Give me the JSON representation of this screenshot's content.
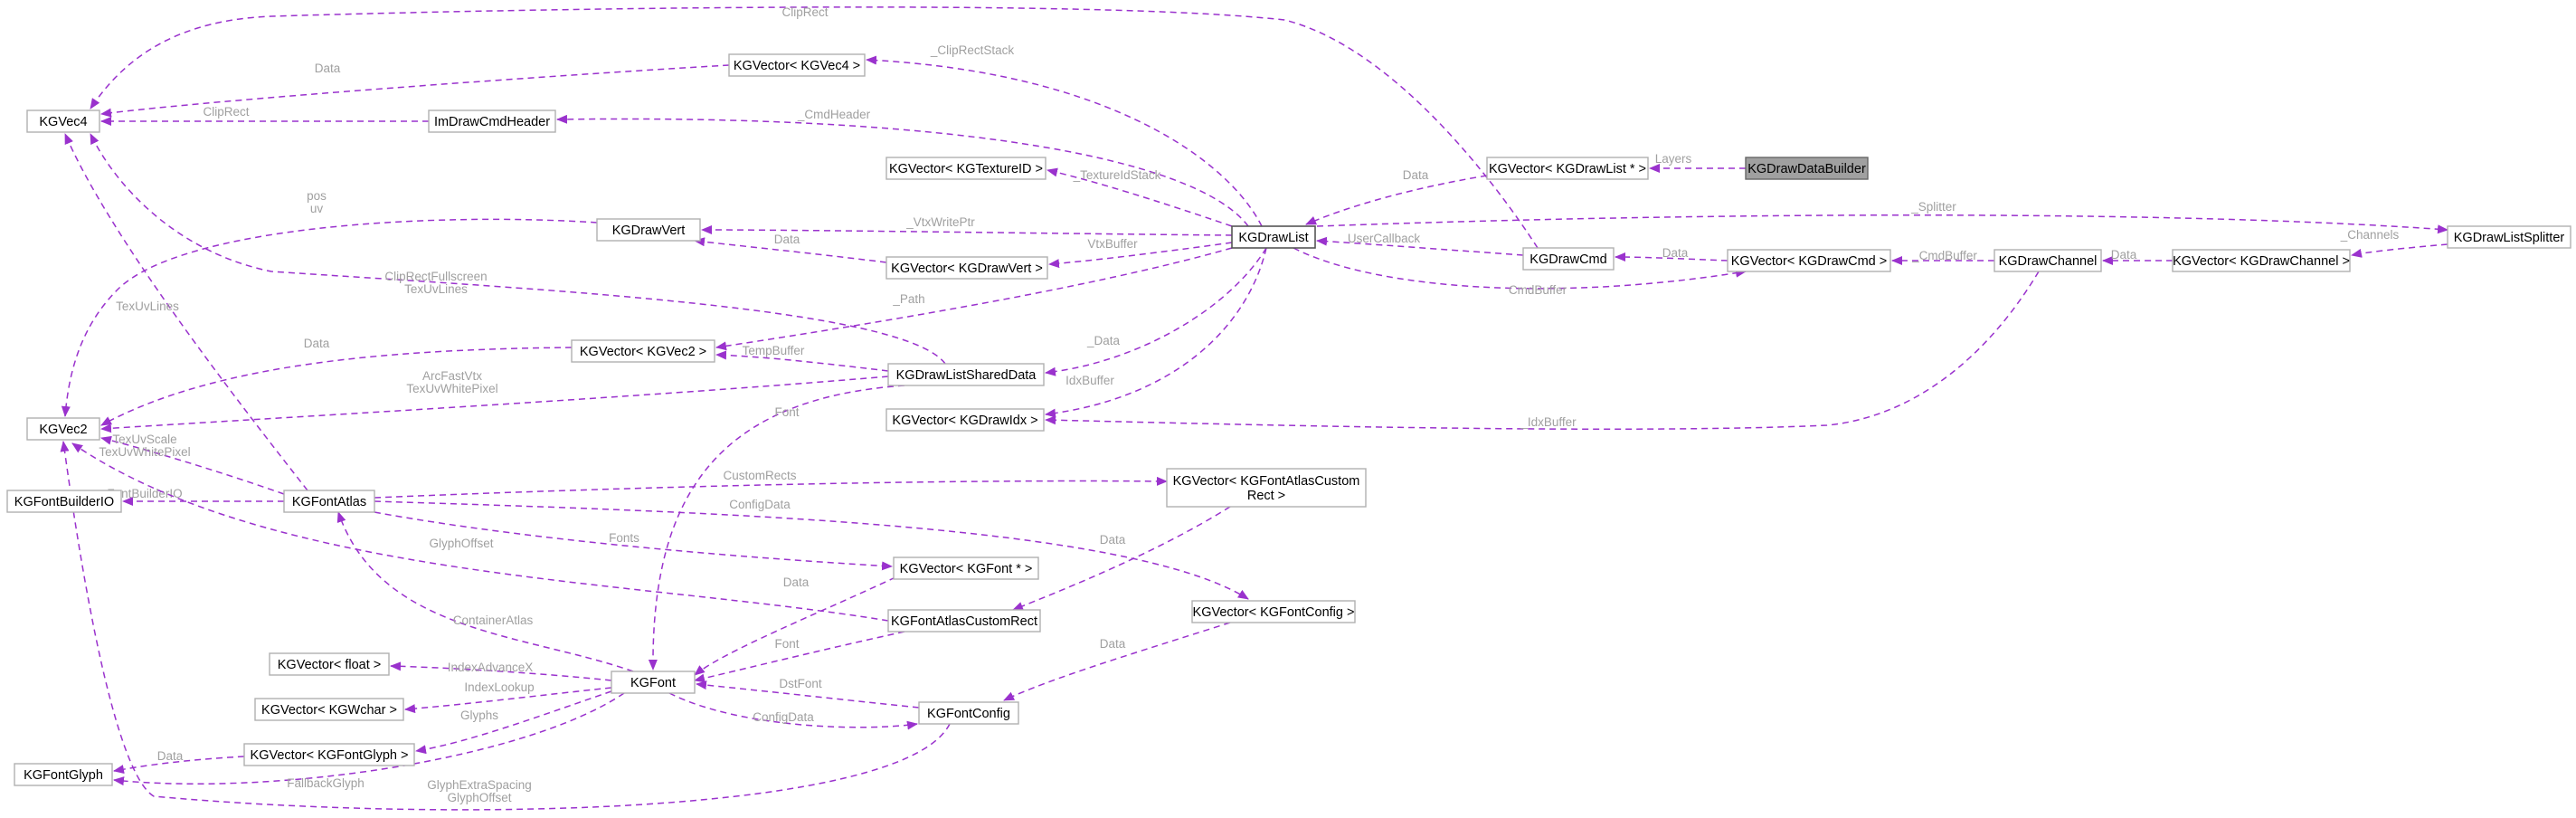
{
  "colors": {
    "edge": "#9a32cd",
    "node_border": "#b0b0b0",
    "highlight_fill": "#a0a0a0",
    "label": "#a0a0a0"
  },
  "nodes": {
    "kgdrawdatabuilder": {
      "lines": [
        "KGDrawDataBuilder"
      ]
    },
    "kgvector_drawlist_ptr": {
      "lines": [
        "KGVector< KGDrawList * >"
      ]
    },
    "kgdrawlist": {
      "lines": [
        "KGDrawList"
      ]
    },
    "kgvec4": {
      "lines": [
        "KGVec4"
      ]
    },
    "kgvector_kgvec4": {
      "lines": [
        "KGVector< KGVec4 >"
      ]
    },
    "imdrawcmdheader": {
      "lines": [
        "ImDrawCmdHeader"
      ]
    },
    "kgvector_textureid": {
      "lines": [
        "KGVector< KGTextureID >"
      ]
    },
    "kgdrawvert": {
      "lines": [
        "KGDrawVert"
      ]
    },
    "kgvector_drawvert": {
      "lines": [
        "KGVector< KGDrawVert >"
      ]
    },
    "kgdrawcmd": {
      "lines": [
        "KGDrawCmd"
      ]
    },
    "kgvector_drawcmd": {
      "lines": [
        "KGVector< KGDrawCmd >"
      ]
    },
    "kgdrawchannel": {
      "lines": [
        "KGDrawChannel"
      ]
    },
    "kgvector_drawchannel": {
      "lines": [
        "KGVector< KGDrawChannel >"
      ]
    },
    "kgdrawlistsplitter": {
      "lines": [
        "KGDrawListSplitter"
      ]
    },
    "kgvec2": {
      "lines": [
        "KGVec2"
      ]
    },
    "kgvector_kgvec2": {
      "lines": [
        "KGVector< KGVec2 >"
      ]
    },
    "kgdrawlistshareddata": {
      "lines": [
        "KGDrawListSharedData"
      ]
    },
    "kgvector_drawidx": {
      "lines": [
        "KGVector< KGDrawIdx >"
      ]
    },
    "kgfontbuilderio": {
      "lines": [
        "KGFontBuilderIO"
      ]
    },
    "kgfontatlas": {
      "lines": [
        "KGFontAtlas"
      ]
    },
    "kgvector_atlascustomrect": {
      "lines": [
        "KGVector< KGFontAtlasCustom",
        "Rect >"
      ]
    },
    "kgvector_font_ptr": {
      "lines": [
        "KGVector< KGFont * >"
      ]
    },
    "kgfontatlascustomrect": {
      "lines": [
        "KGFontAtlasCustomRect"
      ]
    },
    "kgvector_fontconfig": {
      "lines": [
        "KGVector< KGFontConfig >"
      ]
    },
    "kgvector_float": {
      "lines": [
        "KGVector< float >"
      ]
    },
    "kgfont": {
      "lines": [
        "KGFont"
      ]
    },
    "kgvector_kgwchar": {
      "lines": [
        "KGVector< KGWchar >"
      ]
    },
    "kgfontconfig": {
      "lines": [
        "KGFontConfig"
      ]
    },
    "kgvector_fontglyph": {
      "lines": [
        "KGVector< KGFontGlyph >"
      ]
    },
    "kgfontglyph": {
      "lines": [
        "KGFontGlyph"
      ]
    }
  },
  "edges": [
    {
      "id": "layers",
      "from": "kgdrawdatabuilder",
      "to": "kgvector_drawlist_ptr",
      "label": [
        "Layers"
      ]
    },
    {
      "id": "drawlistdata",
      "from": "kgvector_drawlist_ptr",
      "to": "kgdrawlist",
      "label": [
        "Data"
      ]
    },
    {
      "id": "cliprect_top",
      "from": "kgdrawcmd",
      "to": "kgvec4",
      "label": [
        "ClipRect"
      ]
    },
    {
      "id": "cliprectstack",
      "from": "kgdrawlist",
      "to": "kgvector_kgvec4",
      "label": [
        "_ClipRectStack"
      ]
    },
    {
      "id": "vec4data",
      "from": "kgvector_kgvec4",
      "to": "kgvec4",
      "label": [
        "Data"
      ]
    },
    {
      "id": "cmdheader",
      "from": "kgdrawlist",
      "to": "imdrawcmdheader",
      "label": [
        "_CmdHeader"
      ]
    },
    {
      "id": "headercliprect",
      "from": "imdrawcmdheader",
      "to": "kgvec4",
      "label": [
        "ClipRect"
      ]
    },
    {
      "id": "textureidstack",
      "from": "kgdrawlist",
      "to": "kgvector_textureid",
      "label": [
        "_TextureIdStack"
      ]
    },
    {
      "id": "vtxwriteptr",
      "from": "kgdrawlist",
      "to": "kgdrawvert",
      "label": [
        "_VtxWritePtr"
      ]
    },
    {
      "id": "vtxbuffer",
      "from": "kgdrawlist",
      "to": "kgvector_drawvert",
      "label": [
        "VtxBuffer"
      ]
    },
    {
      "id": "drawvertdata",
      "from": "kgvector_drawvert",
      "to": "kgdrawvert",
      "label": [
        "Data"
      ]
    },
    {
      "id": "posuv",
      "from": "kgdrawvert",
      "to": "kgvec2",
      "label": [
        "pos",
        "uv"
      ]
    },
    {
      "id": "splitter",
      "from": "kgdrawlist",
      "to": "kgdrawlistsplitter",
      "label": [
        "_Splitter"
      ]
    },
    {
      "id": "usercallback",
      "from": "kgdrawcmd",
      "to": "kgdrawlist",
      "label": [
        "UserCallback"
      ]
    },
    {
      "id": "cmdbuffer_dl",
      "from": "kgdrawlist",
      "to": "kgvector_drawcmd",
      "label": [
        "CmdBuffer"
      ]
    },
    {
      "id": "drawcmddata",
      "from": "kgvector_drawcmd",
      "to": "kgdrawcmd",
      "label": [
        "Data"
      ]
    },
    {
      "id": "cmdbuffer_ch",
      "from": "kgdrawchannel",
      "to": "kgvector_drawcmd",
      "label": [
        "_CmdBuffer"
      ]
    },
    {
      "id": "channeldata",
      "from": "kgvector_drawchannel",
      "to": "kgdrawchannel",
      "label": [
        "Data"
      ]
    },
    {
      "id": "channels",
      "from": "kgdrawlistsplitter",
      "to": "kgvector_drawchannel",
      "label": [
        "_Channels"
      ]
    },
    {
      "id": "idxbuffer_ch",
      "from": "kgdrawchannel",
      "to": "kgvector_drawidx",
      "label": [
        "_IdxBuffer"
      ]
    },
    {
      "id": "path",
      "from": "kgdrawlist",
      "to": "kgvector_kgvec2",
      "label": [
        "_Path"
      ]
    },
    {
      "id": "shareddata",
      "from": "kgdrawlist",
      "to": "kgdrawlistshareddata",
      "label": [
        "_Data"
      ]
    },
    {
      "id": "idxbuffer_dl",
      "from": "kgdrawlist",
      "to": "kgvector_drawidx",
      "label": [
        "IdxBuffer"
      ]
    },
    {
      "id": "cliprectfullscreen",
      "from": "kgdrawlistshareddata",
      "to": "kgvec4",
      "label": [
        "ClipRectFullscreen",
        "TexUvLines"
      ]
    },
    {
      "id": "tempbuffer",
      "from": "kgdrawlistshareddata",
      "to": "kgvector_kgvec2",
      "label": [
        "TempBuffer"
      ]
    },
    {
      "id": "vec2data",
      "from": "kgvector_kgvec2",
      "to": "kgvec2",
      "label": [
        "Data"
      ]
    },
    {
      "id": "arcfastvtx",
      "from": "kgdrawlistshareddata",
      "to": "kgvec2",
      "label": [
        "ArcFastVtx",
        "TexUvWhitePixel"
      ]
    },
    {
      "id": "sharedfont",
      "from": "kgdrawlistshareddata",
      "to": "kgfont",
      "label": [
        "Font"
      ]
    },
    {
      "id": "texuvlines",
      "from": "kgfontatlas",
      "to": "kgvec4",
      "label": [
        "TexUvLines"
      ]
    },
    {
      "id": "texuvscale",
      "from": "kgfontatlas",
      "to": "kgvec2",
      "label": [
        "TexUvScale",
        "TexUvWhitePixel"
      ]
    },
    {
      "id": "fontbuilderio",
      "from": "kgfontatlas",
      "to": "kgfontbuilderio",
      "label": [
        "FontBuilderIO"
      ]
    },
    {
      "id": "customrects",
      "from": "kgfontatlas",
      "to": "kgvector_atlascustomrect",
      "label": [
        "CustomRects"
      ]
    },
    {
      "id": "configdata_atlas",
      "from": "kgfontatlas",
      "to": "kgvector_fontconfig",
      "label": [
        "ConfigData"
      ]
    },
    {
      "id": "fonts",
      "from": "kgfontatlas",
      "to": "kgvector_font_ptr",
      "label": [
        "Fonts"
      ]
    },
    {
      "id": "atlascustomrectdata",
      "from": "kgvector_atlascustomrect",
      "to": "kgfontatlascustomrect",
      "label": [
        "Data"
      ]
    },
    {
      "id": "fontptrdata",
      "from": "kgvector_font_ptr",
      "to": "kgfont",
      "label": [
        "Data"
      ]
    },
    {
      "id": "glyphoffset",
      "from": "kgfontatlascustomrect",
      "to": "kgvec2",
      "label": [
        "GlyphOffset"
      ]
    },
    {
      "id": "customrectfont",
      "from": "kgfontatlascustomrect",
      "to": "kgfont",
      "label": [
        "Font"
      ]
    },
    {
      "id": "fontconfigdata",
      "from": "kgvector_fontconfig",
      "to": "kgfontconfig",
      "label": [
        "Data"
      ]
    },
    {
      "id": "containeratlas",
      "from": "kgfont",
      "to": "kgfontatlas",
      "label": [
        "ContainerAtlas"
      ]
    },
    {
      "id": "indexadvancex",
      "from": "kgfont",
      "to": "kgvector_float",
      "label": [
        "IndexAdvanceX"
      ]
    },
    {
      "id": "indexlookup",
      "from": "kgfont",
      "to": "kgvector_kgwchar",
      "label": [
        "IndexLookup"
      ]
    },
    {
      "id": "glyphs",
      "from": "kgfont",
      "to": "kgvector_fontglyph",
      "label": [
        "Glyphs"
      ]
    },
    {
      "id": "configdata_font",
      "from": "kgfont",
      "to": "kgfontconfig",
      "label": [
        "ConfigData"
      ]
    },
    {
      "id": "dstfont",
      "from": "kgfontconfig",
      "to": "kgfont",
      "label": [
        "DstFont"
      ]
    },
    {
      "id": "glyphdata",
      "from": "kgvector_fontglyph",
      "to": "kgfontglyph",
      "label": [
        "Data"
      ]
    },
    {
      "id": "fallbackglyph",
      "from": "kgfont",
      "to": "kgfontglyph",
      "label": [
        "FallbackGlyph"
      ]
    },
    {
      "id": "glyphextraspacing",
      "from": "kgfontconfig",
      "to": "kgvec2",
      "label": [
        "GlyphExtraSpacing",
        "GlyphOffset"
      ]
    }
  ]
}
